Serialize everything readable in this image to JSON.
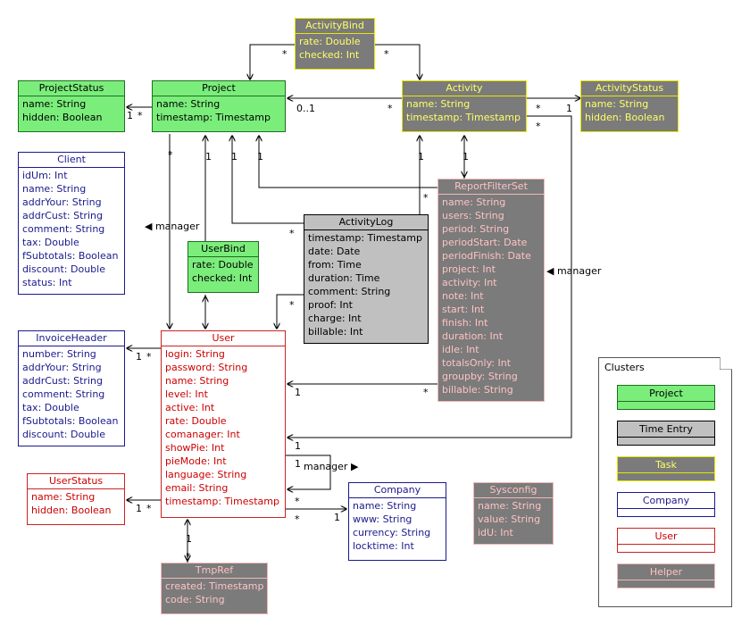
{
  "classes": {
    "activity_bind": {
      "name": "ActivityBind",
      "attrs": [
        "rate: Double",
        "checked: Int"
      ]
    },
    "project_status": {
      "name": "ProjectStatus",
      "attrs": [
        "name: String",
        "hidden: Boolean"
      ]
    },
    "project": {
      "name": "Project",
      "attrs": [
        "name: String",
        "timestamp: Timestamp"
      ]
    },
    "activity": {
      "name": "Activity",
      "attrs": [
        "name: String",
        "timestamp: Timestamp"
      ]
    },
    "activity_status": {
      "name": "ActivityStatus",
      "attrs": [
        "name: String",
        "hidden: Boolean"
      ]
    },
    "client": {
      "name": "Client",
      "attrs": [
        "idUm: Int",
        "name: String",
        "addrYour: String",
        "addrCust: String",
        "comment: String",
        "tax: Double",
        "fSubtotals: Boolean",
        "discount: Double",
        "status: Int"
      ]
    },
    "report_filter_set": {
      "name": "ReportFilterSet",
      "attrs": [
        "name: String",
        "users: String",
        "period: String",
        "periodStart: Date",
        "periodFinish: Date",
        "project: Int",
        "activity: Int",
        "note: Int",
        "start: Int",
        "finish: Int",
        "duration: Int",
        "idle: Int",
        "totalsOnly: Int",
        "groupby: String",
        "billable: String"
      ]
    },
    "activity_log": {
      "name": "ActivityLog",
      "attrs": [
        "timestamp: Timestamp",
        "date: Date",
        "from: Time",
        "duration: Time",
        "comment: String",
        "proof: Int",
        "charge: Int",
        "billable: Int"
      ]
    },
    "user_bind": {
      "name": "UserBind",
      "attrs": [
        "rate: Double",
        "checked: Int"
      ]
    },
    "invoice_header": {
      "name": "InvoiceHeader",
      "attrs": [
        "number: String",
        "addrYour: String",
        "addrCust: String",
        "comment: String",
        "tax: Double",
        "fSubtotals: Boolean",
        "discount: Double"
      ]
    },
    "user": {
      "name": "User",
      "attrs": [
        "login: String",
        "password: String",
        "name: String",
        "level: Int",
        "active: Int",
        "rate: Double",
        "comanager: Int",
        "showPie: Int",
        "pieMode: Int",
        "language: String",
        "email: String",
        "timestamp: Timestamp"
      ]
    },
    "user_status": {
      "name": "UserStatus",
      "attrs": [
        "name: String",
        "hidden: Boolean"
      ]
    },
    "company": {
      "name": "Company",
      "attrs": [
        "name: String",
        "www: String",
        "currency: String",
        "locktime: Int"
      ]
    },
    "sysconfig": {
      "name": "Sysconfig",
      "attrs": [
        "name: String",
        "value: String",
        "idU: Int"
      ]
    },
    "tmp_ref": {
      "name": "TmpRef",
      "attrs": [
        "created: Timestamp",
        "code: String"
      ]
    }
  },
  "labels": {
    "star": "*",
    "one": "1",
    "zero_to_one": "0..1",
    "manager_left": "◀ manager",
    "manager_right": "manager ▶"
  },
  "legend": {
    "title": "Clusters",
    "items": [
      "Project",
      "Time Entry",
      "Task",
      "Company",
      "User",
      "Helper"
    ]
  },
  "colors": {
    "project_cluster": "#7bed7b",
    "time_entry_cluster": "#c0c0c0",
    "task_cluster": "#7b7b7b",
    "task_text": "#ffff66",
    "company_border": "#1a1a8c",
    "user_border": "#cc2222",
    "helper_text": "#ffc2c2"
  }
}
